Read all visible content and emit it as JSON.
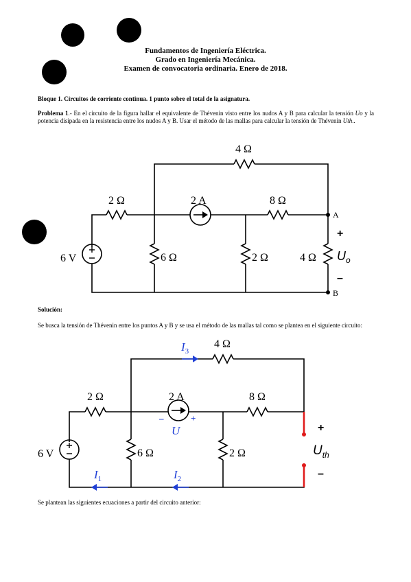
{
  "header": {
    "line1": "Fundamentos de Ingeniería Eléctrica.",
    "line2": "Grado en Ingeniería Mecánica.",
    "line3": "Examen de convocatoria ordinaria. Enero de 2018."
  },
  "block1": {
    "title": "Bloque 1. Circuitos de corriente continua. 1 punto sobre el total de la asignatura."
  },
  "problem": {
    "label": "Problema 1",
    "text1": ".- En el circuito de la figura hallar el equivalente de Thévenin visto entre los nudos A y B para calcular la tensión ",
    "uo": "Uo",
    "text2": " y la potencia disipada en la resistencia entre los nudos A y B. Usar el método de las mallas para calcular la tensión de Thévenin ",
    "uth": "Uth",
    "text3": ".."
  },
  "circuit1": {
    "r_top": "4 Ω",
    "r_left": "2 Ω",
    "source_i": "2 A",
    "r_mid": "8 Ω",
    "v_source": "6 V",
    "r_6": "6 Ω",
    "r_2": "2 Ω",
    "r_4": "4 Ω",
    "node_a": "A",
    "node_b": "B",
    "plus": "+",
    "minus": "–",
    "u": "U",
    "o_sub": "o"
  },
  "solution": {
    "title": "Solución:",
    "text": "Se busca la tensión de Thévenin entre los puntos A y B y se usa el método de las mallas tal como se plantea en el siguiente circuito:"
  },
  "circuit2": {
    "i3": "I",
    "i3_sub": "3",
    "r_top": "4 Ω",
    "r_left": "2 Ω",
    "source_i": "2 A",
    "r_mid": "8 Ω",
    "v_source": "6 V",
    "r_6": "6 Ω",
    "r_2": "2 Ω",
    "u_label": "U",
    "src_minus": "–",
    "src_plus": "+",
    "plus": "+",
    "minus": "–",
    "uth": "U",
    "uth_sub": "th",
    "i1": "I",
    "i1_sub": "1",
    "i2": "I",
    "i2_sub": "2",
    "accent_blue": "#1f3fd6",
    "accent_red": "#e01b1b"
  },
  "footer": {
    "text": "Se plantean las siguientes ecuaciones a partir del circuito anterior:"
  }
}
